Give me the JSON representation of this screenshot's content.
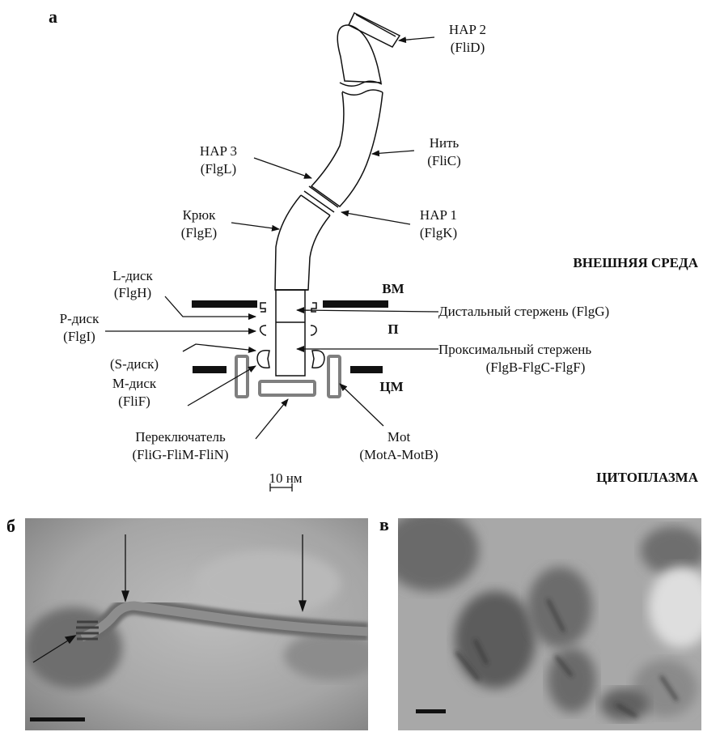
{
  "panels": {
    "a": "а",
    "b": "б",
    "c": "в"
  },
  "diagram": {
    "labels": {
      "hap2_name": "HAP 2",
      "hap2_protein": "(FliD)",
      "filament_name": "Нить",
      "filament_protein": "(FliC)",
      "hap3_name": "HAP 3",
      "hap3_protein": "(FlgL)",
      "hap1_name": "HAP 1",
      "hap1_protein": "(FlgK)",
      "hook_name": "Крюк",
      "hook_protein": "(FlgE)",
      "ldisk_name": "L-диск",
      "ldisk_protein": "(FlgH)",
      "pdisk_name": "P-диск",
      "pdisk_protein": "(FlgI)",
      "sdisk": "(S-диск)",
      "mdisk_name": "M-диск",
      "mdisk_protein": "(FliF)",
      "switch_name": "Переключатель",
      "switch_protein": "(FliG-FliM-FliN)",
      "mot_name": "Mot",
      "mot_protein": "(MotA-MotB)",
      "distal_rod": "Дистальный стержень (FlgG)",
      "proximal_rod_name": "Проксимальный стержень",
      "proximal_rod_protein": "(FlgB-FlgC-FlgF)",
      "outer_membrane": "ВМ",
      "periplasm": "П",
      "cyto_membrane": "ЦМ",
      "external_env": "ВНЕШНЯЯ СРЕДА",
      "cytoplasm": "ЦИТОПЛАЗМА",
      "scale": "10 нм"
    },
    "colors": {
      "line": "#111111",
      "motor_gray": "#7f7f7f",
      "membrane": "#111111"
    }
  }
}
